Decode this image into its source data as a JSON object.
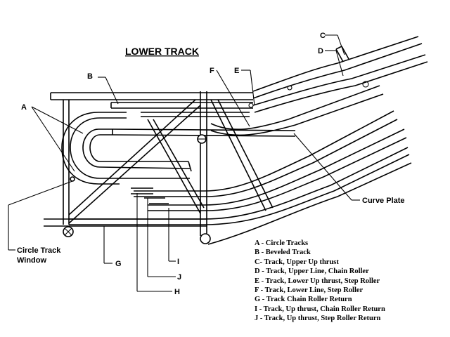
{
  "title": "LOWER TRACK",
  "callouts": {
    "a": "A",
    "b": "B",
    "c": "C",
    "d": "D",
    "e": "E",
    "f": "F",
    "g": "G",
    "h": "H",
    "i": "I",
    "j": "J",
    "curve_plate": "Curve Plate",
    "circle_track_line1": "Circle Track",
    "circle_track_line2": "Window"
  },
  "legend": [
    "A - Circle Tracks",
    "B - Beveled Track",
    "C- Track, Upper Up thrust",
    "D - Track, Upper Line, Chain Roller",
    "E - Track, Lower Up thrust, Step Roller",
    "F - Track, Lower Line, Step Roller",
    "G - Track Chain Roller Return",
    "I - Track, Up thrust, Chain Roller Return",
    "J - Track, Up thrust, Step Roller Return"
  ]
}
